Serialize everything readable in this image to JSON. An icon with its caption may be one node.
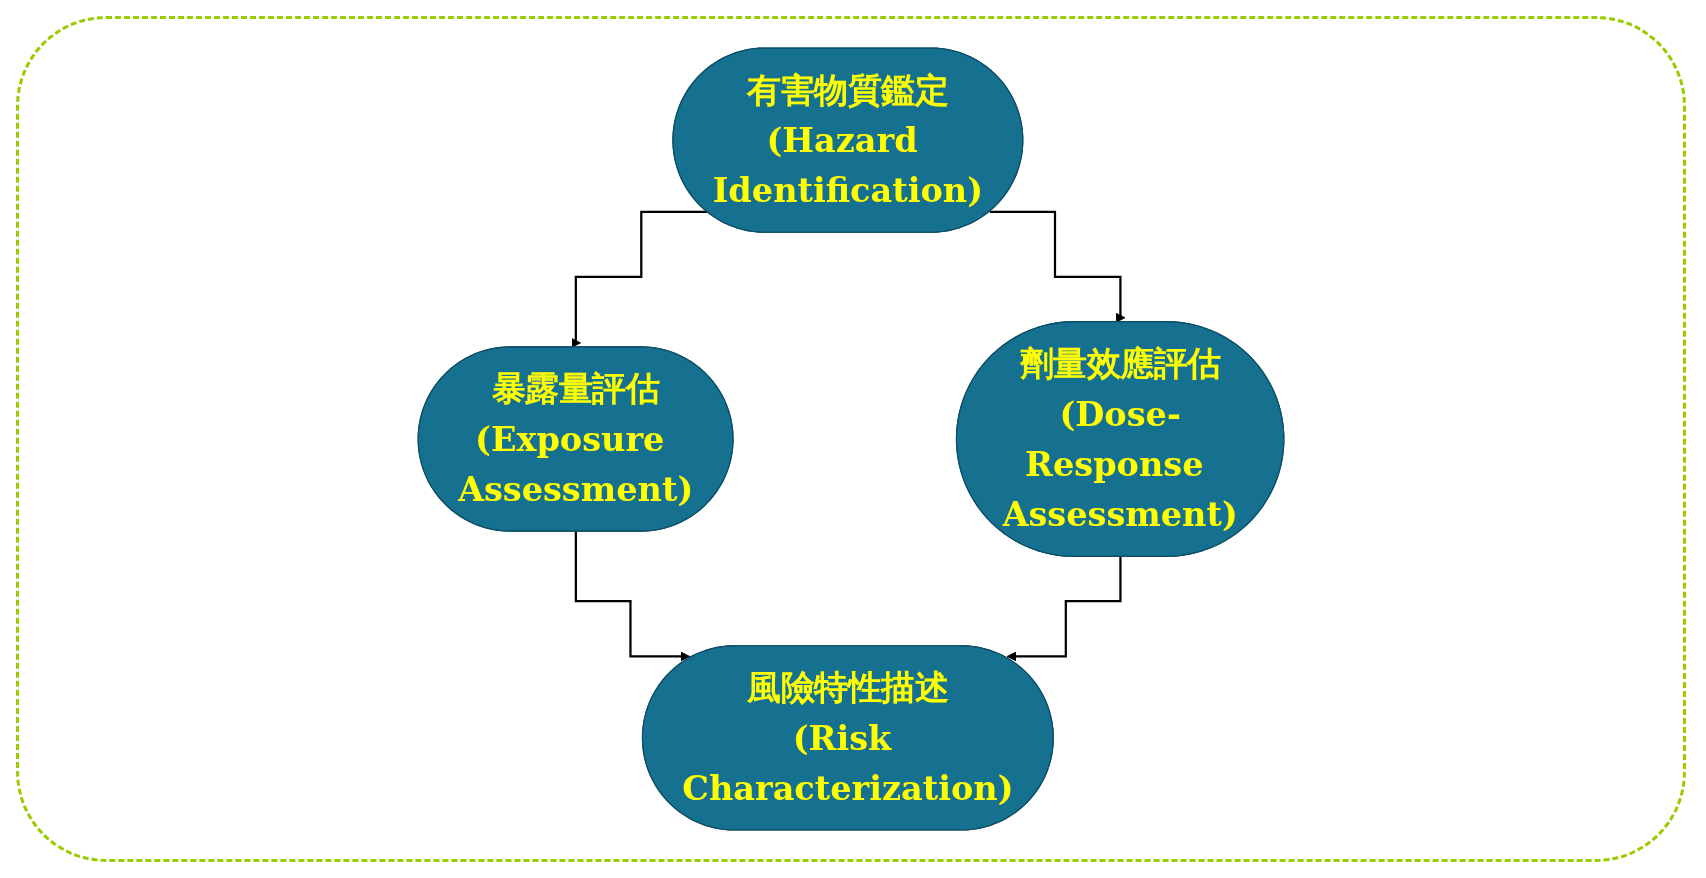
{
  "diagram": {
    "nodes": [
      {
        "text": [
          "有害物質鑑定",
          "(Hazard Identification)"
        ]
      },
      {
        "text": [
          "暴露量評估",
          "(Exposure Assessment)"
        ]
      },
      {
        "text": [
          "劑量效應評估",
          "(Dose-Response Assessment)"
        ]
      },
      {
        "text": [
          "風險特性描述",
          "(Risk Characterization)"
        ]
      }
    ],
    "edges": [
      {
        "from": 0,
        "to": 1,
        "arrow": "to"
      },
      {
        "from": 0,
        "to": 2,
        "arrow": "to"
      },
      {
        "from": 1,
        "to": 3,
        "arrow": "to"
      },
      {
        "from": 2,
        "to": 3,
        "arrow": "to"
      }
    ]
  }
}
